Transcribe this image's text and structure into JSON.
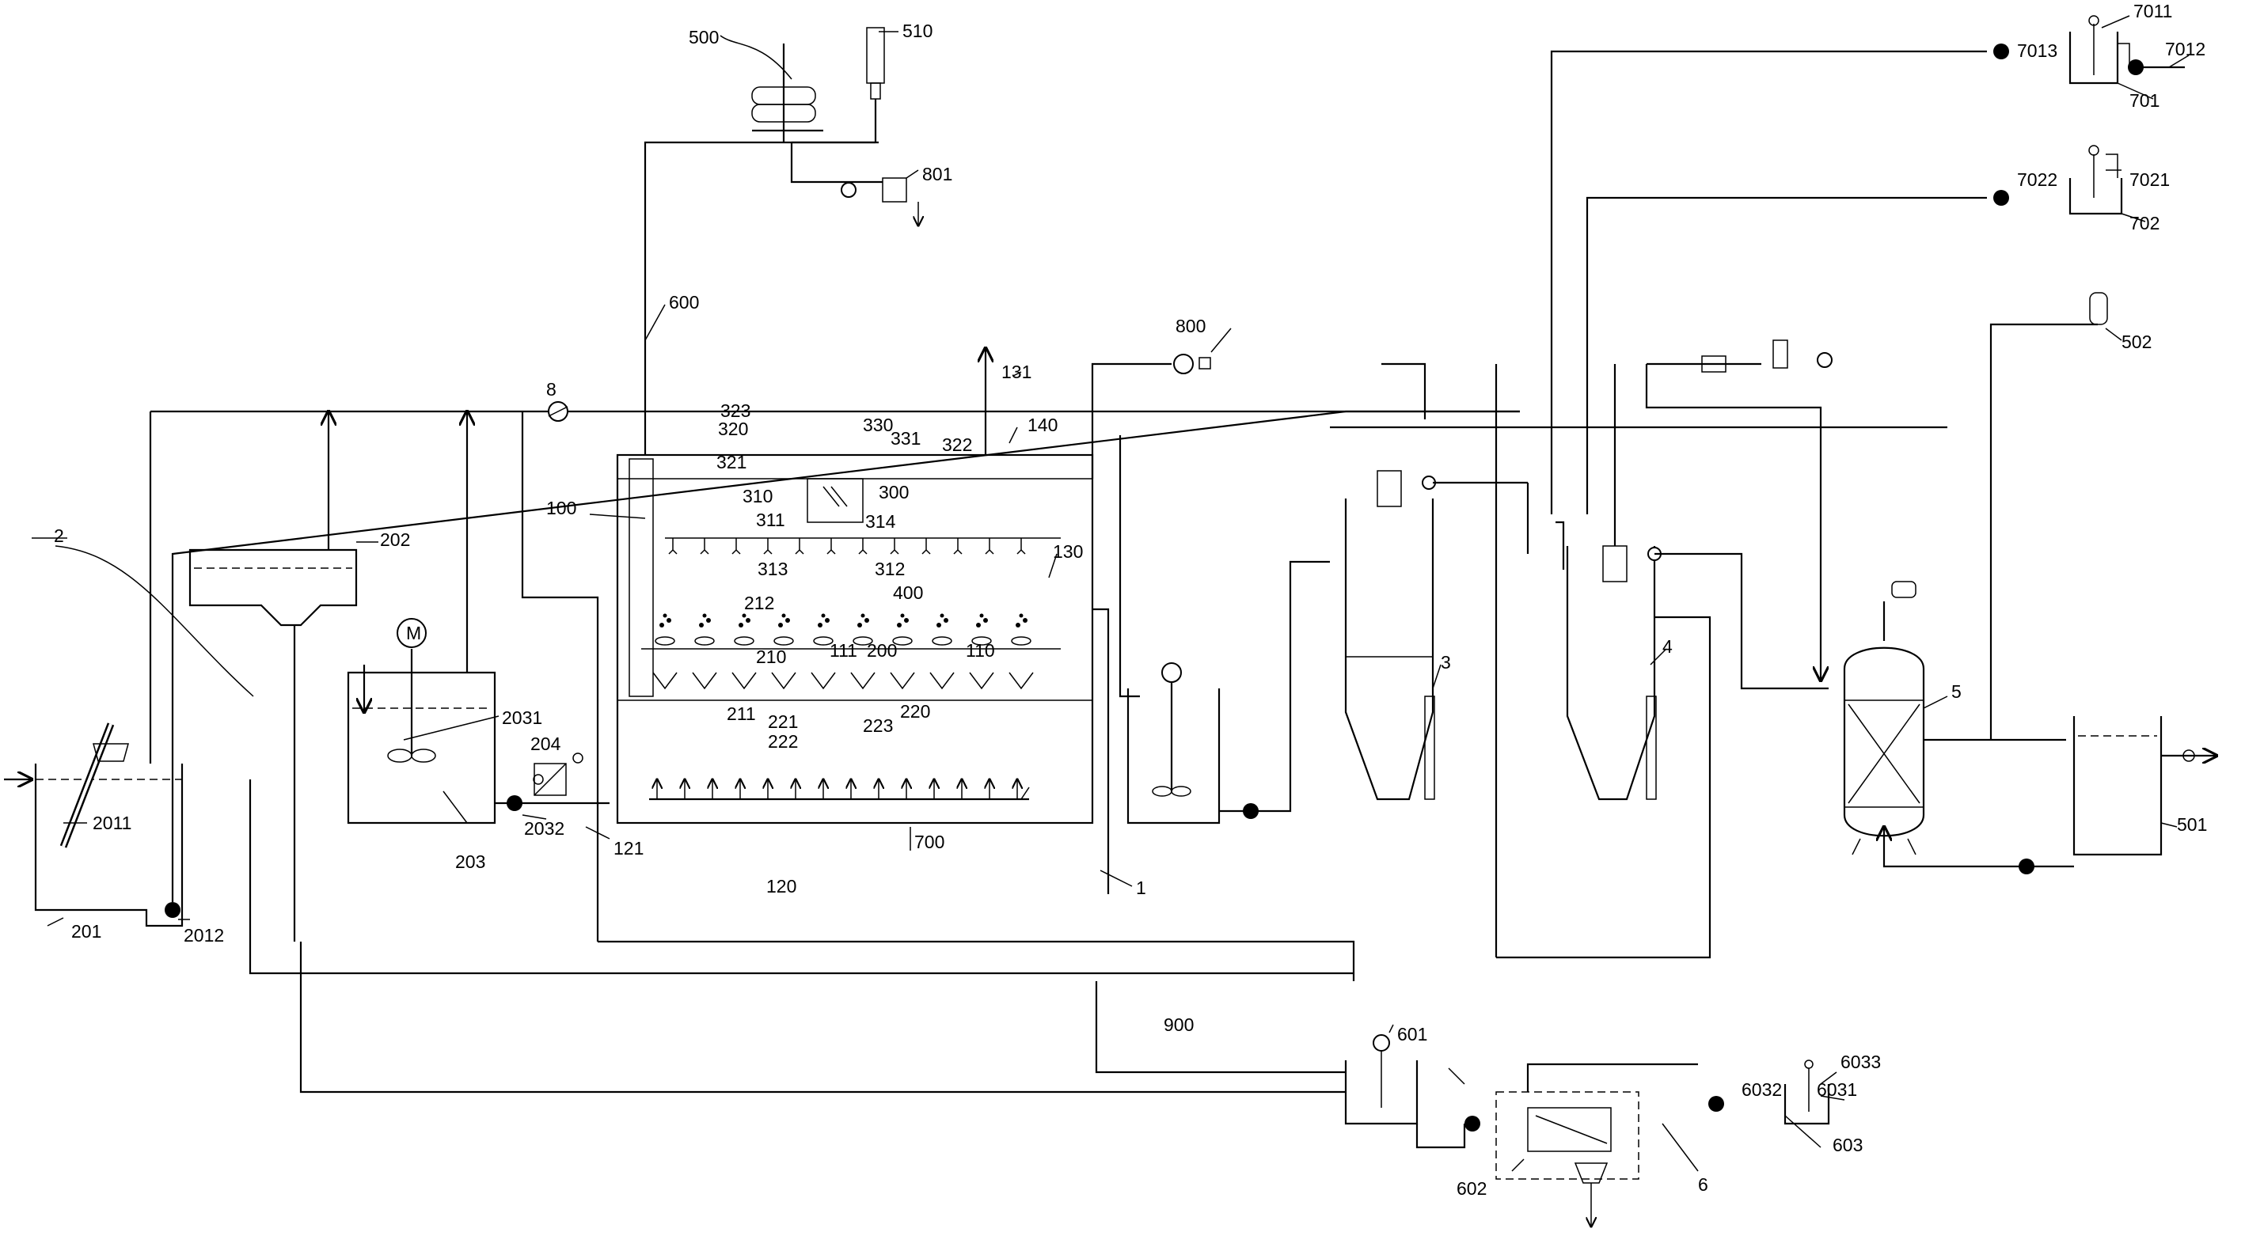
{
  "figure": {
    "labels": {
      "l2": "2",
      "l201": "201",
      "l202": "202",
      "l203": "203",
      "l204": "204",
      "l2011": "2011",
      "l2012": "2012",
      "l2031": "2031",
      "l2032": "2032",
      "l100": "100",
      "l600": "600",
      "l500": "500",
      "l510": "510",
      "l801": "801",
      "l8": "8",
      "l131": "131",
      "l800": "800",
      "l140": "140",
      "l320": "320",
      "l323": "323",
      "l330": "330",
      "l331": "331",
      "l322": "322",
      "l321": "321",
      "l300": "300",
      "l310": "310",
      "l311": "311",
      "l314": "314",
      "l313": "313",
      "l312": "312",
      "l130": "130",
      "l400": "400",
      "l212": "212",
      "l210": "210",
      "l111": "111",
      "l200": "200",
      "l110": "110",
      "l211": "211",
      "l221": "221",
      "l222": "222",
      "l220": "220",
      "l223": "223",
      "l121": "121",
      "l120": "120",
      "l700": "700",
      "l1": "1",
      "l900": "900",
      "l3": "3",
      "l4": "4",
      "l5": "5",
      "l501": "501",
      "l502": "502",
      "l601": "601",
      "l602": "602",
      "l6": "6",
      "l603": "603",
      "l6031": "6031",
      "l6032": "6032",
      "l6033": "6033",
      "l7011": "7011",
      "l7012": "7012",
      "l7013": "7013",
      "l701": "701",
      "l7021": "7021",
      "l7022": "7022",
      "l702": "702",
      "motorM": "M"
    }
  }
}
